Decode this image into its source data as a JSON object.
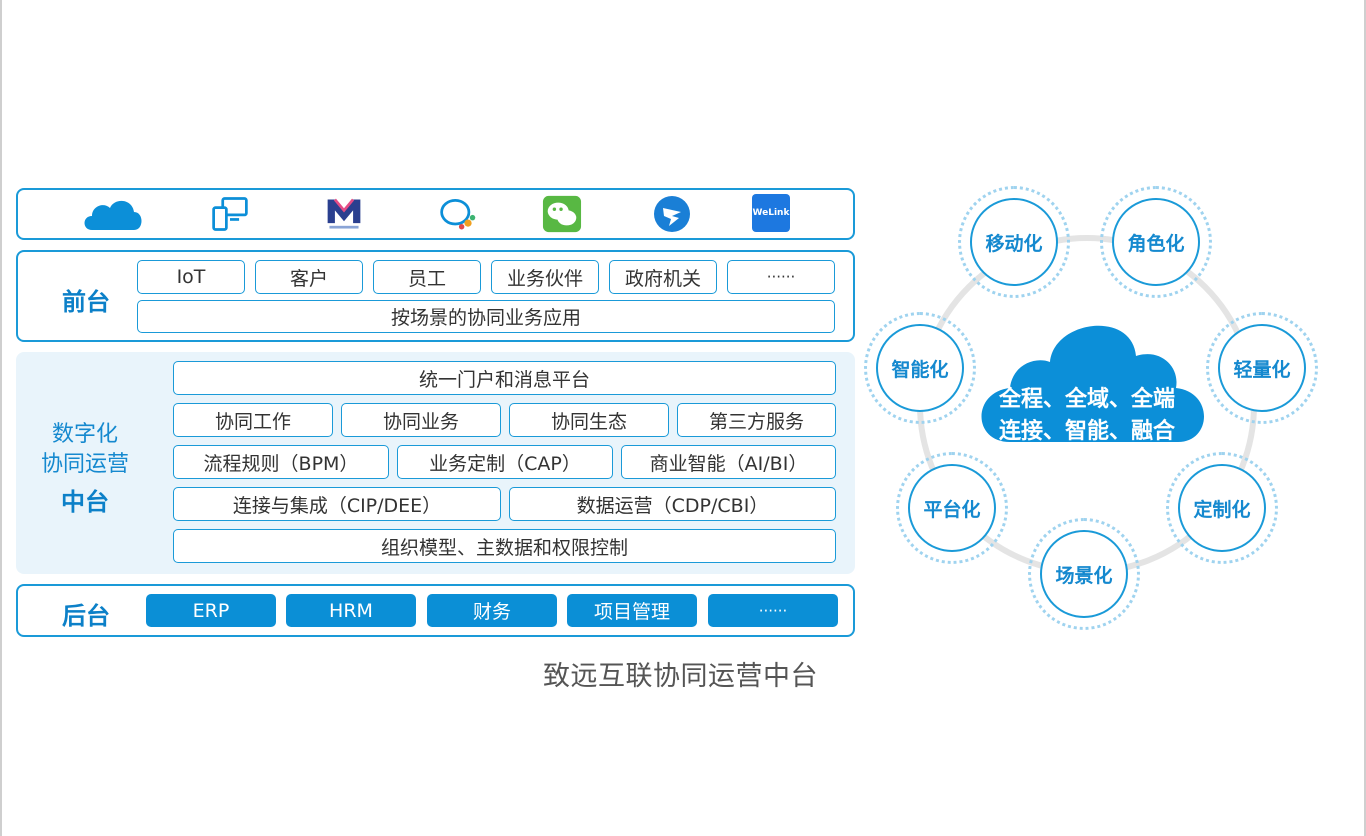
{
  "icons": [
    "cloud-icon",
    "devices-icon",
    "m-logo-icon",
    "chat-icon",
    "wechat-icon",
    "dingtalk-icon",
    "welink-icon"
  ],
  "welink_text": "WeLink",
  "frontend": {
    "title": "前台",
    "tags": [
      "IoT",
      "客户",
      "员工",
      "业务伙伴",
      "政府机关",
      "······"
    ],
    "bar": "按场景的协同业务应用"
  },
  "middle": {
    "title_line1": "数字化",
    "title_line2": "协同运营",
    "title_line3": "中台",
    "row1": "统一门户和消息平台",
    "row2": [
      "协同工作",
      "协同业务",
      "协同生态",
      "第三方服务"
    ],
    "row3": [
      "流程规则（BPM）",
      "业务定制（CAP）",
      "商业智能（AI/BI）"
    ],
    "row4": [
      "连接与集成（CIP/DEE）",
      "数据运营（CDP/CBI）"
    ],
    "row5": "组织模型、主数据和权限控制"
  },
  "backend": {
    "title": "后台",
    "buttons": [
      "ERP",
      "HRM",
      "财务",
      "项目管理",
      "······"
    ]
  },
  "caption": "致远互联协同运营中台",
  "ring": {
    "center_line1": "全程、全域、全端",
    "center_line2": "连接、智能、融合",
    "nodes": [
      "移动化",
      "角色化",
      "轻量化",
      "定制化",
      "场景化",
      "平台化",
      "智能化"
    ]
  },
  "colors": {
    "accent": "#1a9ad8",
    "button": "#0b8fd6",
    "panel": "#e9f4fb"
  }
}
